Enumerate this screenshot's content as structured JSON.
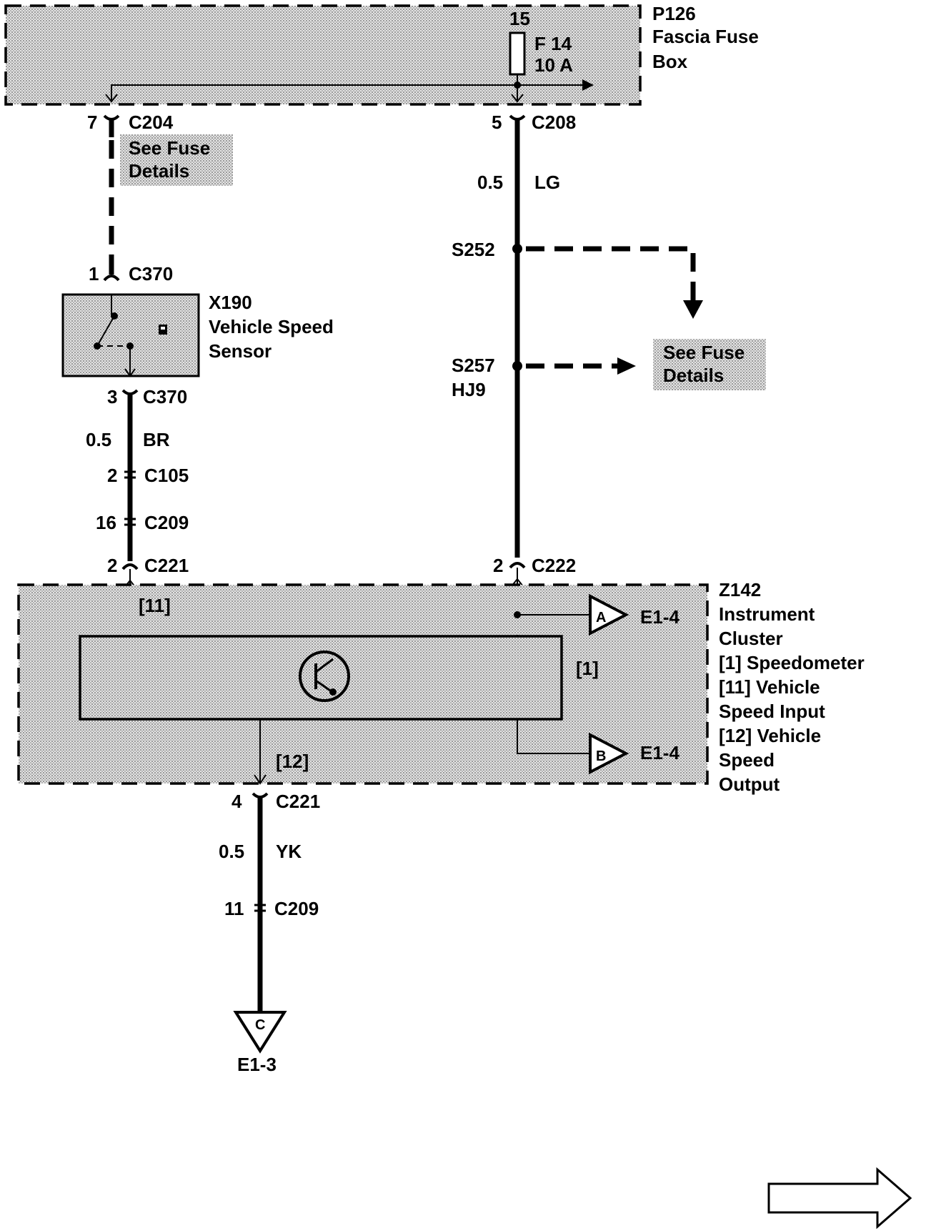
{
  "fuse_box": {
    "id": "P126",
    "name_line1": "Fascia Fuse",
    "name_line2": "Box",
    "pin": "15",
    "fuse_id": "F 14",
    "fuse_rating": "10 A"
  },
  "left_circuit": {
    "c204_pin": "7",
    "c204": "C204",
    "see_fuse_line1": "See Fuse",
    "see_fuse_line2": "Details",
    "c370_top_pin": "1",
    "c370_top": "C370",
    "c370_bot_pin": "3",
    "c370_bot": "C370",
    "wire_size": "0.5",
    "wire_color": "BR",
    "c105_pin": "2",
    "c105": "C105",
    "c209_pin": "16",
    "c209": "C209",
    "c221_pin": "2",
    "c221": "C221"
  },
  "sensor": {
    "id": "X190",
    "name_line1": "Vehicle Speed",
    "name_line2": "Sensor"
  },
  "right_circuit": {
    "c208_pin": "5",
    "c208": "C208",
    "wire_size": "0.5",
    "wire_color": "LG",
    "s252": "S252",
    "s257": "S257",
    "s257_option": "HJ9",
    "see_fuse_line1": "See Fuse",
    "see_fuse_line2": "Details",
    "c222_pin": "2",
    "c222": "C222"
  },
  "cluster": {
    "id": "Z142",
    "name_line1": "Instrument",
    "name_line2": "Cluster",
    "legend_1": "[1]   Speedometer",
    "legend_11a": "[11] Vehicle",
    "legend_11b": "Speed Input",
    "legend_12a": "[12] Vehicle",
    "legend_12b": "Speed",
    "legend_12c": "Output",
    "tag_1": "[1]",
    "tag_11": "[11]",
    "tag_12": "[12]",
    "ref_a_letter": "A",
    "ref_a_page": "E1-4",
    "ref_b_letter": "B",
    "ref_b_page": "E1-4"
  },
  "output_circuit": {
    "c221_pin": "4",
    "c221": "C221",
    "wire_size": "0.5",
    "wire_color": "YK",
    "c209_pin": "11",
    "c209": "C209",
    "ref_c_letter": "C",
    "ref_c_page": "E1-3"
  },
  "navigation": {
    "next_page_icon": "right-arrow-icon"
  }
}
